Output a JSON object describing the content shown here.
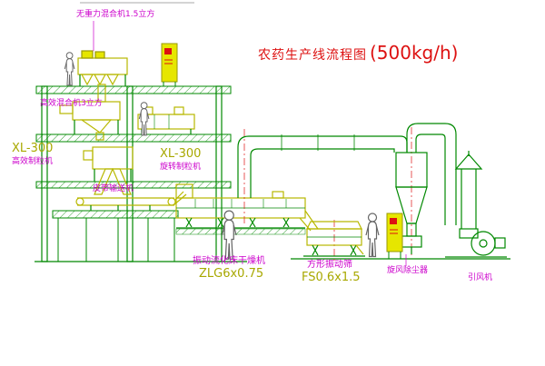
{
  "diagram": {
    "title": {
      "name": "农药生产线流程图",
      "capacity": "(500kg/h)"
    },
    "labels": {
      "top_mixer": "无重力混合机1.5立方",
      "mixer2": "高效混合机3立方",
      "granulator_left_model": "XL-300",
      "granulator_left_name": "高效制粒机",
      "granulator_right_model": "XL-300",
      "granulator_right_name": "旋转制粒机",
      "belt_conveyor": "皮带输送机",
      "dryer_name": "振动流化床干燥机",
      "dryer_model": "ZLG6x0.75",
      "sieve_name": "方形振动筛",
      "sieve_model": "FS0.6x1.5",
      "dust_collector": "旋风除尘器",
      "fan": "引风机"
    },
    "colors": {
      "line_green": "#008800",
      "line_yellow": "#b8b800",
      "label_magenta": "#cc00cc",
      "title_red": "#dd1111",
      "cabinet_yellow": "#e6e600"
    }
  }
}
